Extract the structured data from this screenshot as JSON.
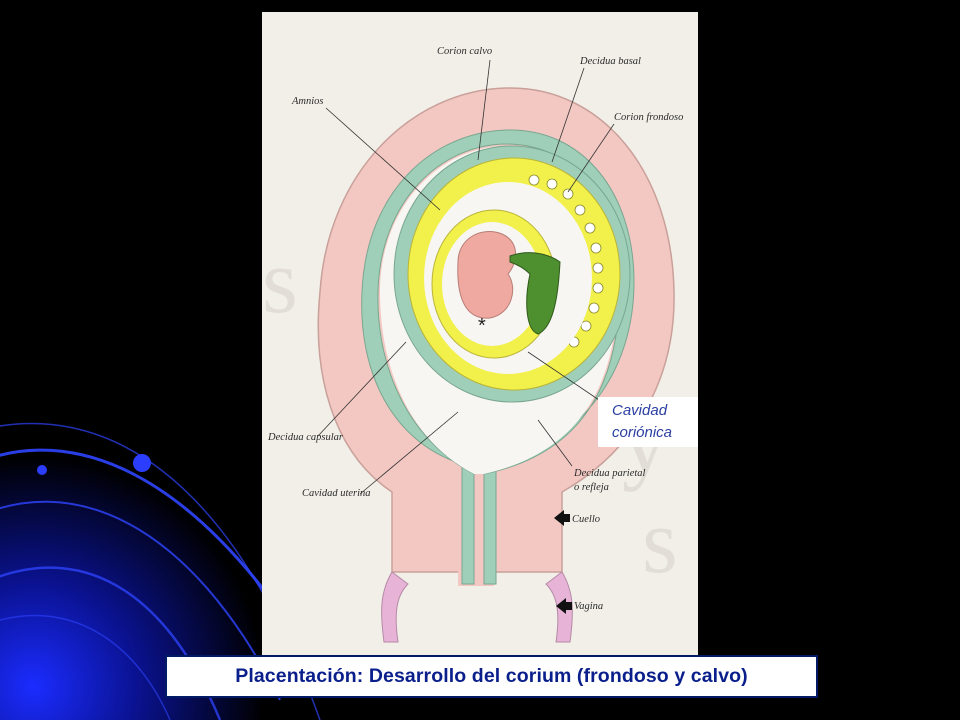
{
  "slide": {
    "caption": "Placentación: Desarrollo del corium (frondoso y calvo)",
    "callout_line1": "Cavidad",
    "callout_line2": "coriónica"
  },
  "labels": {
    "corion_calvo": "Corion calvo",
    "decidua_basal": "Decidua basal",
    "amnios": "Amnios",
    "corion_frondoso": "Corion frondoso",
    "decidua_capsular": "Decidua capsular",
    "cavidad_uterina": "Cavidad uterina",
    "decidua_parietal_1": "Decidua parietal",
    "decidua_parietal_2": "o refleja",
    "cuello": "Cuello",
    "vagina": "Vagina",
    "asterisk": "*"
  },
  "colors": {
    "background": "#000000",
    "arc_blue": "#1428ff",
    "uterine_wall": "#f3c8c3",
    "decidua": "#9fcfb8",
    "chorion": "#f2f04a",
    "embryo": "#f0a9a0",
    "yolk_stalk": "#4e8f2f",
    "vagina": "#e7b3d6",
    "caption_text": "#0a1f8c",
    "callout_text": "#2a3fa2"
  }
}
